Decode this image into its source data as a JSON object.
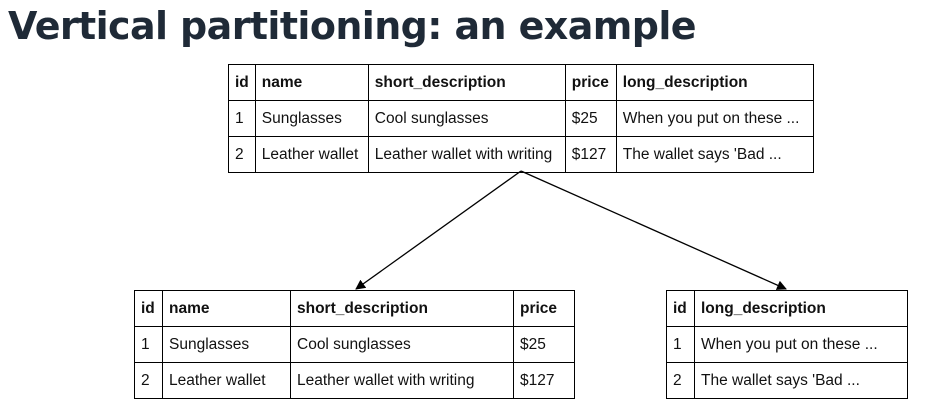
{
  "title": "Vertical partitioning: an example",
  "original_table": {
    "headers": [
      "id",
      "name",
      "short_description",
      "price",
      "long_description"
    ],
    "rows": [
      [
        "1",
        "Sunglasses",
        "Cool sunglasses",
        "$25",
        "When you put on these ..."
      ],
      [
        "2",
        "Leather wallet",
        "Leather wallet with writing",
        "$127",
        "The wallet says 'Bad ..."
      ]
    ]
  },
  "left_table": {
    "headers": [
      "id",
      "name",
      "short_description",
      "price"
    ],
    "rows": [
      [
        "1",
        "Sunglasses",
        "Cool sunglasses",
        "$25"
      ],
      [
        "2",
        "Leather wallet",
        "Leather wallet with writing",
        "$127"
      ]
    ]
  },
  "right_table": {
    "headers": [
      "id",
      "long_description"
    ],
    "rows": [
      [
        "1",
        "When you put on these ..."
      ],
      [
        "2",
        "The wallet says 'Bad ..."
      ]
    ]
  }
}
